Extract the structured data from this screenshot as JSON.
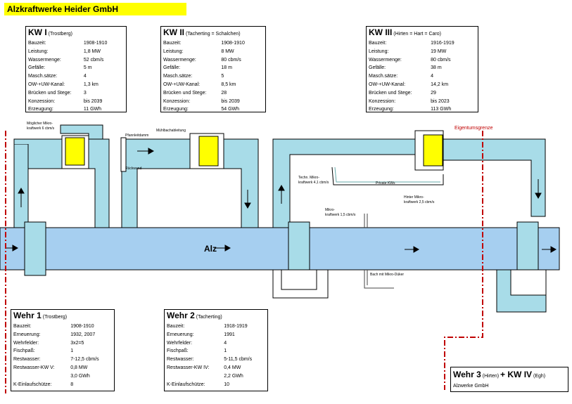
{
  "title": "Alzkraftwerke Heider GmbH",
  "kw1": {
    "name": "KW I",
    "sub": "(Trostberg)",
    "rows": [
      [
        "Bauzeit:",
        "1908-1910"
      ],
      [
        "Leistung:",
        "1,8 MW"
      ],
      [
        "Wassermenge:",
        "52 cbm/s"
      ],
      [
        "Gefälle:",
        "5 m"
      ],
      [
        "Masch.sätze:",
        "4"
      ],
      [
        "OW-+UW-Kanal:",
        "1,3 km"
      ],
      [
        "Brücken und Stege:",
        "3"
      ],
      [
        "Konzession:",
        "bis 2039"
      ],
      [
        "Erzeugung:",
        "11 GWh"
      ]
    ]
  },
  "kw2": {
    "name": "KW II",
    "sub": "(Tacherting = Schalchen)",
    "rows": [
      [
        "Bauzeit:",
        "1908-1910"
      ],
      [
        "Leistung:",
        "8 MW"
      ],
      [
        "Wassermenge:",
        "80 cbm/s"
      ],
      [
        "Gefälle:",
        "18 m"
      ],
      [
        "Masch.sätze:",
        "5"
      ],
      [
        "OW-+UW-Kanal:",
        "8,5 km"
      ],
      [
        "Brücken und Stege:",
        "28"
      ],
      [
        "Konzession:",
        "bis 2039"
      ],
      [
        "Erzeugung:",
        "54 GWh"
      ]
    ]
  },
  "kw3": {
    "name": "KW III",
    "sub": "(Hirten = Hart = Caro)",
    "rows": [
      [
        "Bauzeit:",
        "1916-1919"
      ],
      [
        "Leistung:",
        "19 MW"
      ],
      [
        "Wassermenge:",
        "80 cbm/s"
      ],
      [
        "Gefälle:",
        "38 m"
      ],
      [
        "Masch.sätze:",
        "4"
      ],
      [
        "OW-+UW-Kanal:",
        "14,2 km"
      ],
      [
        "Brücken und Stege:",
        "29"
      ],
      [
        "Konzession:",
        "bis 2023"
      ],
      [
        "Erzeugung:",
        "113 GWh"
      ]
    ]
  },
  "wehr1": {
    "name": "Wehr 1",
    "sub": "(Trostberg)",
    "rows": [
      [
        "Bauzeit:",
        "1908-1910"
      ],
      [
        "Erneuerung:",
        "1932, 2007"
      ],
      [
        "Wehrfelder:",
        "3x2=5"
      ],
      [
        "Fischpaß:",
        "1"
      ],
      [
        "Restwasser:",
        "7-12,5 cbm/s"
      ],
      [
        "Restwasser-KW V:",
        "0,8 MW"
      ],
      [
        "",
        "3,0 GWh"
      ],
      [
        "K-Einlaufschütze:",
        "8"
      ]
    ]
  },
  "wehr2": {
    "name": "Wehr 2",
    "sub": "(Tacherting)",
    "rows": [
      [
        "Bauzeit:",
        "1918-1919"
      ],
      [
        "Erneuerung:",
        "1991"
      ],
      [
        "Wehrfelder:",
        "4"
      ],
      [
        "Fischpaß:",
        "1"
      ],
      [
        "Restwasser:",
        "5-11,5 cbm/s"
      ],
      [
        "Restwasser-KW IV:",
        "0,4 MW"
      ],
      [
        "",
        "2,2 GWh"
      ],
      [
        "K-Einlaufschütze:",
        "10"
      ]
    ]
  },
  "wehr3": {
    "name": "Wehr 3",
    "sub1": "(Hirten)",
    "plus": "+ KW IV",
    "sub2": "(Egh)",
    "owner": "Alzwerke GmbH"
  },
  "labels": {
    "alz": "Alz",
    "eigentumsgrenze": "Eigentumsgrenze",
    "moeglicher_mikro": "Möglicher Mikro-",
    "moeglicher_mikro2": "kraftwerk 6 cbm/s",
    "pfannleitdamm": "Pfannleitdamm",
    "wehr_einleitung": "Mühlbachableitung",
    "rueckwand": "Rückwand",
    "techn_mikro": "Techn. Mikro-",
    "techn_mikro2": "kraftwerk 4,1 cbm/s",
    "kraftwerk_mikro": "Mikro-",
    "kraftwerk_mikro2": "kraftwerk 1,5 cbm/s",
    "hinter_mikro": "Hinter Mikro-",
    "hinter_mikro2": "kraftwerk 2,5 cbm/s",
    "private_kw": "Private KWs",
    "bach_mikro": "Bach mit Mikro-Düker"
  },
  "colors": {
    "water": "#a8dce8",
    "river": "#a6cff0",
    "highlight": "#ffff00",
    "boundary": "#c00000"
  }
}
